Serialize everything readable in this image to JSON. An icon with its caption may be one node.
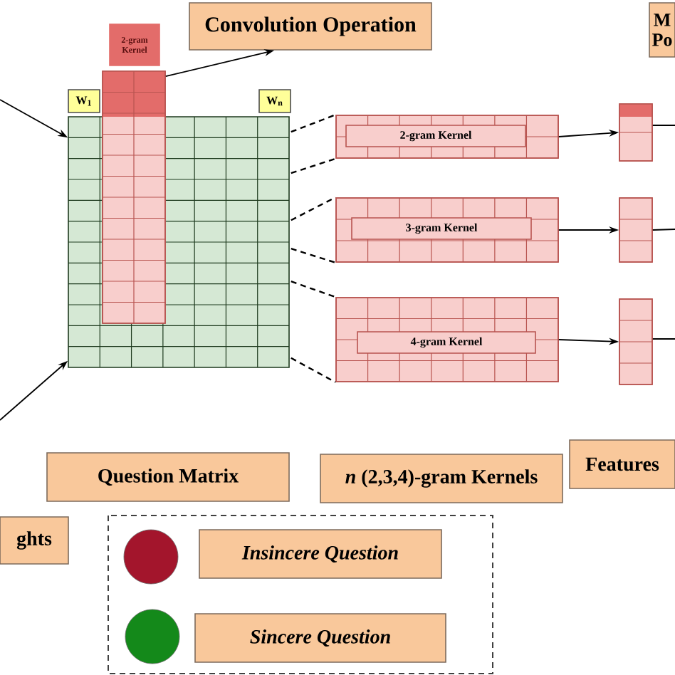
{
  "diagram": {
    "nodes": [
      {
        "text": [
          "Convolution Operation"
        ]
      },
      {
        "text": [
          "2-gram Kernel"
        ]
      },
      {
        "text": [
          "W$_{1}$"
        ]
      },
      {
        "text": [
          "W$_{n}$"
        ]
      },
      {
        "text": [],
        "shape": "grid"
      },
      {
        "text": [],
        "shape": "bar"
      },
      {
        "text": [
          "2-gram Kernel"
        ]
      },
      {
        "text": [
          "3-gram Kernel"
        ]
      },
      {
        "text": [
          "4-gram Kernel"
        ]
      },
      {
        "text": [],
        "shape": "bar"
      },
      {
        "text": [],
        "shape": "bar"
      },
      {
        "text": [],
        "shape": "bar"
      },
      {
        "text": [
          "M Po"
        ]
      },
      {
        "text": [
          "ghts"
        ]
      },
      {
        "text": [
          "Question Matrix"
        ]
      },
      {
        "text": [
          "*n* (2,3,4)-gram Kernels"
        ]
      },
      {
        "text": [
          "Features"
        ]
      }
    ],
    "edges": [
      {
        "from": null,
        "to": 4,
        "arrow": "to"
      },
      {
        "from": null,
        "to": 4,
        "arrow": "to"
      },
      {
        "from": 5,
        "to": 0,
        "arrow": "to"
      },
      {
        "from": 4,
        "to": 6,
        "arrow": "none",
        "style": "dashed"
      },
      {
        "from": 4,
        "to": 6,
        "arrow": "none",
        "style": "dashed"
      },
      {
        "from": 4,
        "to": 7,
        "arrow": "none",
        "style": "dashed"
      },
      {
        "from": 4,
        "to": 7,
        "arrow": "none",
        "style": "dashed"
      },
      {
        "from": 4,
        "to": 8,
        "arrow": "none",
        "style": "dashed"
      },
      {
        "from": 4,
        "to": 8,
        "arrow": "none",
        "style": "dashed"
      },
      {
        "from": 6,
        "to": 9,
        "arrow": "to"
      },
      {
        "from": 7,
        "to": 10,
        "arrow": "to"
      },
      {
        "from": 8,
        "to": 11,
        "arrow": "to"
      },
      {
        "from": 9,
        "to": null,
        "arrow": "none"
      },
      {
        "from": 10,
        "to": null,
        "arrow": "none"
      },
      {
        "from": 11,
        "to": null,
        "arrow": "none"
      }
    ],
    "legend": [
      {
        "text": "Insincere Question",
        "color": "#a3152c"
      },
      {
        "text": "Sincere Question",
        "color": "#14891a"
      }
    ]
  }
}
